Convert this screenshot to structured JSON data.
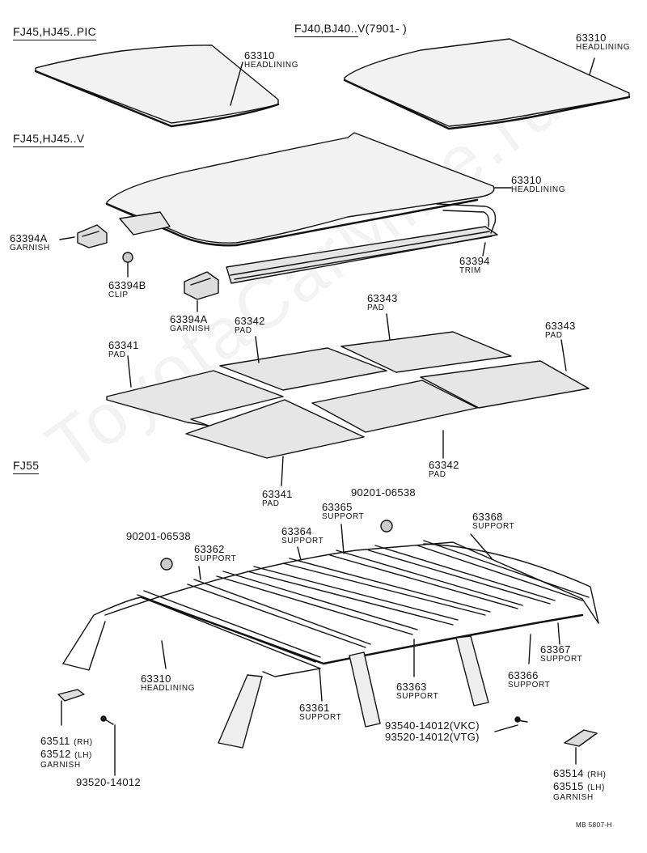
{
  "sections": {
    "fj45_pic": "FJ45,HJ45..PIC",
    "fj40_v": "FJ40,BJ40..V(7901-      )",
    "fj45_v": "FJ45,HJ45..V",
    "fj55": "FJ55"
  },
  "labels": {
    "h1_num": "63310",
    "h1_name": "HEADLINING",
    "h2_num": "63310",
    "h2_name": "HEADLINING",
    "h3_num": "63310",
    "h3_name": "HEADLINING",
    "garnish_a1_num": "63394A",
    "garnish_a1_name": "GARNISH",
    "clip_num": "63394B",
    "clip_name": "CLIP",
    "garnish_a2_num": "63394A",
    "garnish_a2_name": "GARNISH",
    "trim_num": "63394",
    "trim_name": "TRIM",
    "pad_43a_num": "63343",
    "pad_43a_name": "PAD",
    "pad_42a_num": "63342",
    "pad_42a_name": "PAD",
    "pad_43b_num": "63343",
    "pad_43b_name": "PAD",
    "pad_41a_num": "63341",
    "pad_41a_name": "PAD",
    "pad_41b_num": "63341",
    "pad_41b_name": "PAD",
    "pad_42b_num": "63342",
    "pad_42b_name": "PAD",
    "bolt_a": "90201-06538",
    "bolt_b": "90201-06538",
    "sup_65_num": "63365",
    "sup_65_name": "SUPPORT",
    "sup_64_num": "63364",
    "sup_64_name": "SUPPORT",
    "sup_62_num": "63362",
    "sup_62_name": "SUPPORT",
    "sup_68_num": "63368",
    "sup_68_name": "SUPPORT",
    "h4_num": "63310",
    "h4_name": "HEADLINING",
    "sup_67_num": "63367",
    "sup_67_name": "SUPPORT",
    "sup_66_num": "63366",
    "sup_66_name": "SUPPORT",
    "sup_63_num": "63363",
    "sup_63_name": "SUPPORT",
    "sup_61_num": "63361",
    "sup_61_name": "SUPPORT",
    "screw_vkc": "93540-14012(VKC)",
    "screw_vtg": "93520-14012(VTG)",
    "garnish_rh_num": "63511",
    "garnish_rh_side": "(RH)",
    "garnish_lh_num": "63512",
    "garnish_lh_side": "(LH)",
    "garnish_1_name": "GARNISH",
    "screw_1": "93520-14012",
    "garnish2_rh_num": "63514",
    "garnish2_rh_side": "(RH)",
    "garnish2_lh_num": "63515",
    "garnish2_lh_side": "(LH)",
    "garnish_2_name": "GARNISH"
  },
  "footer_ref": "MB 5807-H",
  "watermark": "ToyotaCarMine.ru",
  "colors": {
    "ink": "#111111",
    "paper": "#ffffff",
    "pad_fill": "#d9d9d9"
  }
}
